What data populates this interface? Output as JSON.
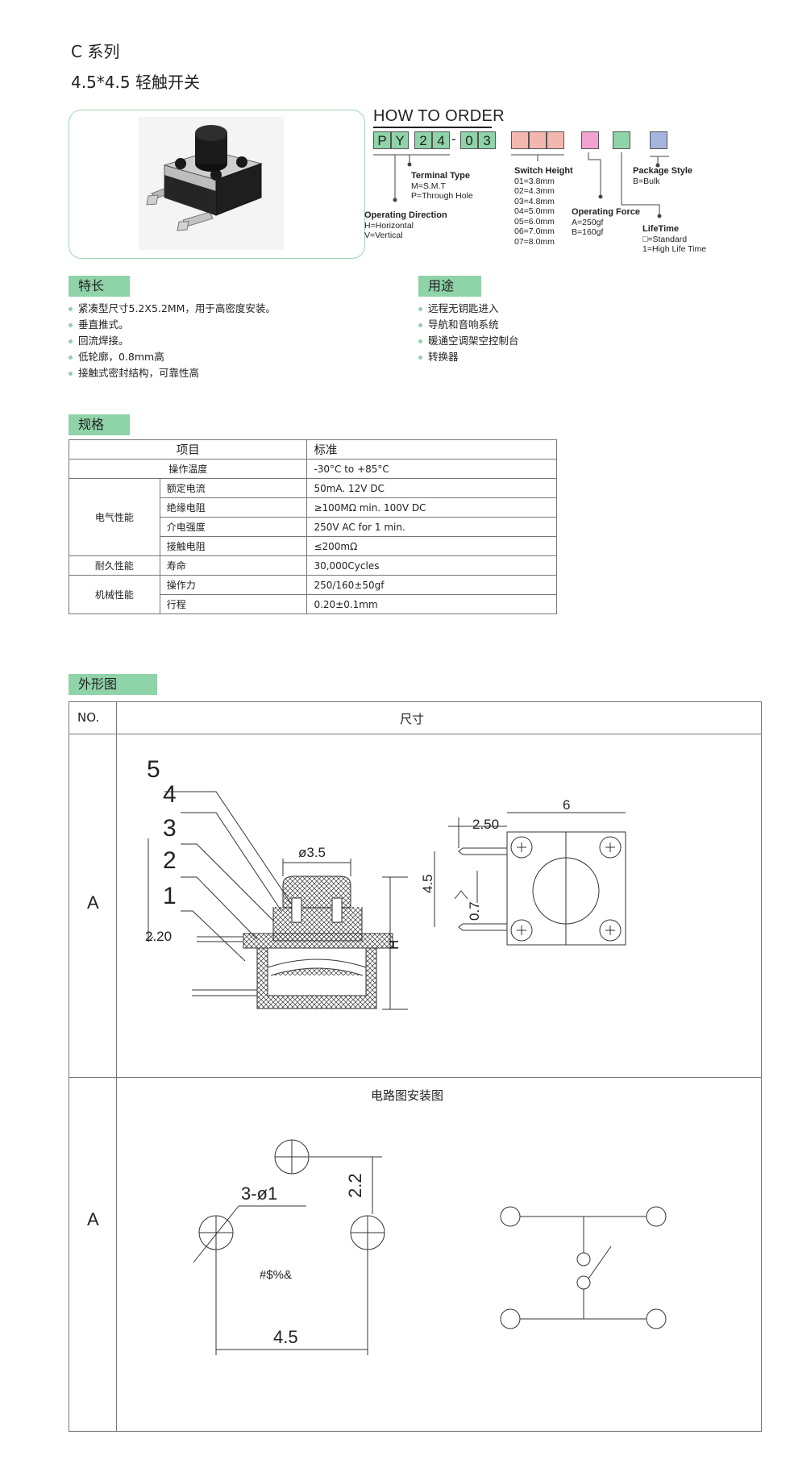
{
  "header": {
    "series": "C 系列",
    "title": "4.5*4.5 轻触开关"
  },
  "order": {
    "heading": "HOW TO ORDER",
    "code_cells": [
      "P",
      "Y",
      "2",
      "4",
      "-",
      "0",
      "3"
    ],
    "terminal_type": {
      "title": "Terminal Type",
      "lines": [
        "M=S.M.T",
        "P=Through Hole"
      ]
    },
    "operating_direction": {
      "title": "Operating Direction",
      "lines": [
        "H=Horizontal",
        "V=Vertical"
      ]
    },
    "switch_height": {
      "title": "Switch Height",
      "lines": [
        "01=3.8mm",
        "02=4.3mm",
        "03=4.8mm",
        "04=5.0mm",
        "05=6.0mm",
        "06=7.0mm",
        "07=8.0mm"
      ]
    },
    "operating_force": {
      "title": "Operating Force",
      "lines": [
        "A=250gf",
        "B=160gf"
      ]
    },
    "package_style": {
      "title": "Package Style",
      "lines": [
        "B=Bulk"
      ]
    },
    "lifetime": {
      "title": "LifeTime",
      "lines": [
        "□=Standard",
        "1=High Life Time"
      ]
    },
    "colors": {
      "green": "#8fd3a8",
      "pink": "#f4b7b0",
      "magenta": "#f0a3cf",
      "blue": "#a7b4dd"
    }
  },
  "features": {
    "heading": "特长",
    "items": [
      "紧凑型尺寸5.2X5.2MM，用于高密度安装。",
      "垂直推式。",
      "回流焊接。",
      "低轮廓，0.8mm高",
      "接触式密封结构，可靠性高"
    ]
  },
  "uses": {
    "heading": "用途",
    "items": [
      "远程无钥匙进入",
      "导航和音响系统",
      "暖通空调架空控制台",
      "转换器"
    ]
  },
  "spec": {
    "heading": "规格",
    "col_item": "项目",
    "col_std": "标准",
    "rows": {
      "op_temp": {
        "label": "操作温度",
        "value": "-30°C to +85°C"
      },
      "electrical": "电气性能",
      "rated_current": {
        "label": "额定电流",
        "value": "50mA. 12V DC"
      },
      "insulation": {
        "label": "绝缘电阻",
        "value": "≥100MΩ min. 100V DC"
      },
      "dielectric": {
        "label": "介电强度",
        "value": "250V AC for 1 min."
      },
      "contact": {
        "label": "接触电阻",
        "value": "≤200mΩ"
      },
      "durability": "耐久性能",
      "life": {
        "label": "寿命",
        "value": "30,000Cycles"
      },
      "mechanical": "机械性能",
      "force": {
        "label": "操作力",
        "value": "250/160±50gf"
      },
      "travel": {
        "label": "行程",
        "value": "0.20±0.1mm"
      }
    }
  },
  "outline": {
    "heading": "外形图",
    "col_no": "NO.",
    "col_dim": "尺寸",
    "row1_id": "A",
    "row2_id": "A",
    "circuit_title": "电路图安装图",
    "drawing1": {
      "callouts": [
        "5",
        "4",
        "3",
        "2",
        "1"
      ],
      "dia": "ø3.5",
      "h220": "2.20",
      "H": "H",
      "w250": "2.50",
      "w6": "6",
      "h45": "4.5",
      "h07": "0.7"
    },
    "drawing2": {
      "holes": "3-ø1",
      "h22": "2.2",
      "w45": "4.5",
      "mark": "#$%&"
    }
  }
}
